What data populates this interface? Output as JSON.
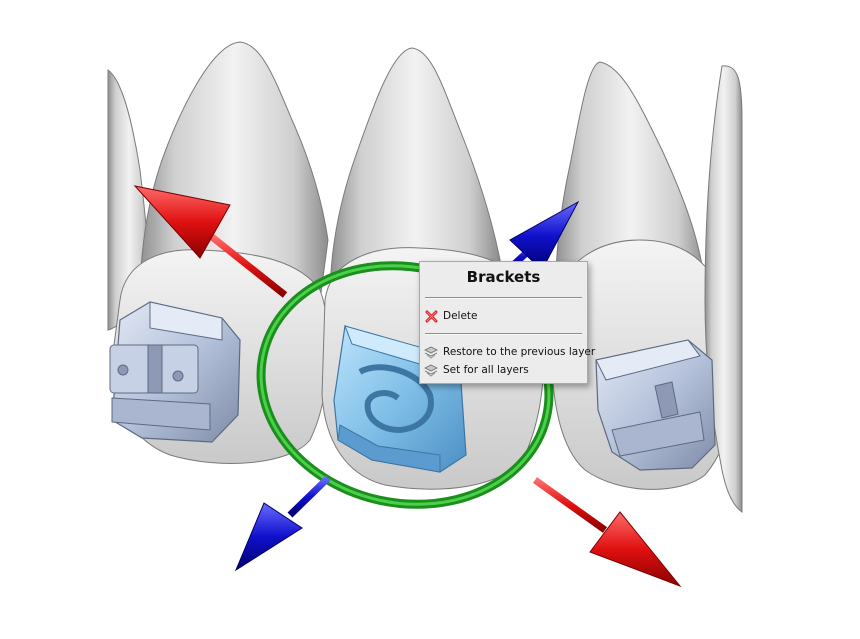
{
  "menu": {
    "title": "Brackets",
    "items": [
      {
        "label": "Delete",
        "icon": "delete-x-icon"
      },
      {
        "label": "Restore to the previous layer",
        "icon": "layers-icon"
      },
      {
        "label": "Set for all layers",
        "icon": "layers-icon"
      }
    ]
  },
  "colors": {
    "background": "#ffffff",
    "tooth": "#d9d9d9",
    "selected_bracket": "#7fbfe8",
    "bracket": "#b7c4dc",
    "rotation_ring": "#22a322",
    "axis_x": "#e01010",
    "axis_z": "#1010cc",
    "menu_background": "#ececec"
  }
}
